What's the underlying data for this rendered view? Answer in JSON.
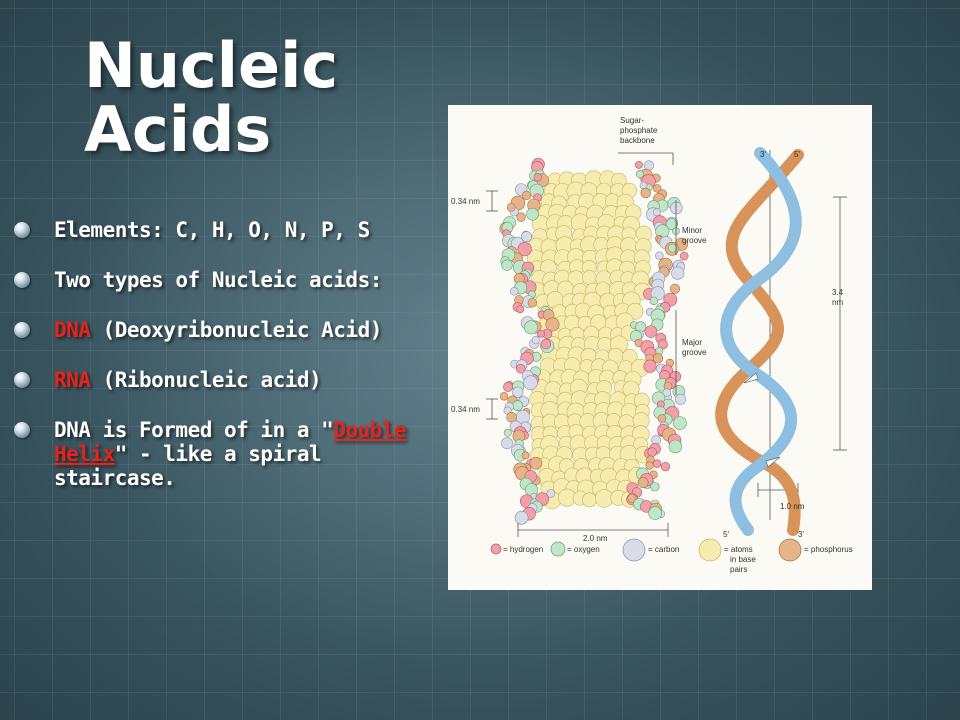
{
  "slide": {
    "title_line1": "Nucleic",
    "title_line2": "Acids",
    "bullets": {
      "elements": "Elements: C, H, O, N, P, S",
      "types": "Two types of Nucleic acids:",
      "dna_term": "DNA",
      "dna_rest": " (Deoxyribonucleic Acid)",
      "rna_term": "RNA",
      "rna_rest": " (Ribonucleic acid)",
      "helix_pre": "DNA is Formed of in a \"",
      "helix_link": "Double Helix",
      "helix_post": "\" - like a spiral staircase."
    }
  },
  "figure": {
    "label_backbone_1": "Sugar-",
    "label_backbone_2": "phosphate",
    "label_backbone_3": "backbone",
    "label_minor_1": "Minor",
    "label_minor_2": "groove",
    "label_major_1": "Major",
    "label_major_2": "groove",
    "label_034_top": "0.34 nm",
    "label_034_bottom": "0.34 nm",
    "label_34_1": "3.4",
    "label_34_2": "nm",
    "label_10": "1.0 nm",
    "label_20": "2.0 nm",
    "label_3p_top": "3'",
    "label_5p_top": "5'",
    "label_5p_bottom": "5'",
    "label_3p_bottom": "3'",
    "legend_hydrogen": "= hydrogen",
    "legend_oxygen": "= oxygen",
    "legend_carbon": "= carbon",
    "legend_atoms_1": "= atoms",
    "legend_atoms_2": "in base",
    "legend_atoms_3": "pairs",
    "legend_phosphorus": "= phosphorus"
  },
  "colors": {
    "accent_red": "#e8231c",
    "strand_blue": "#8fbfe0",
    "strand_orange": "#d7935a"
  }
}
